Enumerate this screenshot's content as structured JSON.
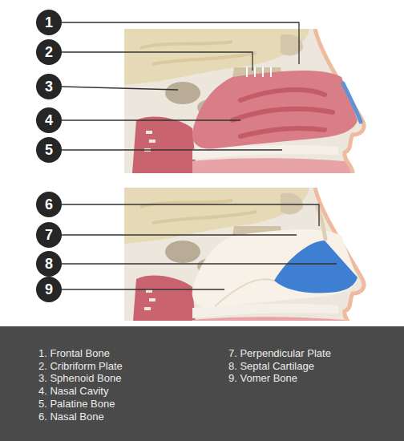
{
  "diagram": {
    "nodes": [
      {
        "text": [
          "1"
        ]
      },
      {
        "text": [
          "2"
        ]
      },
      {
        "text": [
          "3"
        ]
      },
      {
        "text": [
          "4"
        ]
      },
      {
        "text": [
          "5"
        ]
      },
      {
        "text": [
          "6"
        ]
      },
      {
        "text": [
          "7"
        ]
      },
      {
        "text": [
          "8"
        ]
      },
      {
        "text": [
          "9"
        ]
      },
      {
        "text": [
          "1. Frontal Bone",
          "2. Cribriform Plate",
          "3. Sphenoid Bone",
          "4. Nasal Cavity",
          "5. Palatine Bone",
          "6. Nasal Bone",
          "7. Perpendicular Plate",
          "8. Septal Cartilage",
          "9. Vomer Bone"
        ]
      }
    ]
  }
}
